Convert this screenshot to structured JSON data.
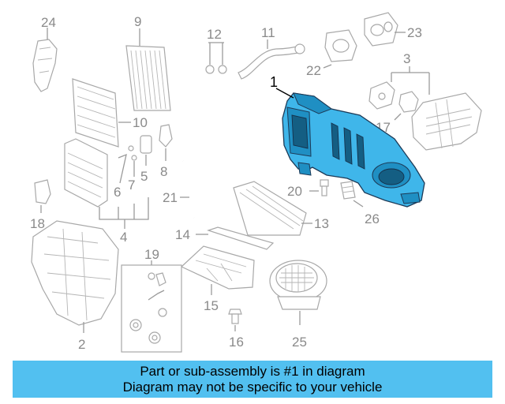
{
  "callouts": {
    "c1": "1",
    "c2": "2",
    "c3": "3",
    "c4": "4",
    "c5": "5",
    "c6": "6",
    "c7": "7",
    "c8": "8",
    "c9": "9",
    "c10": "10",
    "c11": "11",
    "c12": "12",
    "c13": "13",
    "c14": "14",
    "c15": "15",
    "c16": "16",
    "c17": "17",
    "c18": "18",
    "c19": "19",
    "c20": "20",
    "c21": "21",
    "c22": "22",
    "c23": "23",
    "c24": "24",
    "c25": "25",
    "c26": "26"
  },
  "highlight_color": "#3fb6ea",
  "banner": {
    "line1": "Part or sub-assembly is #1 in diagram",
    "line2": "Diagram may not be specific to your vehicle",
    "background": "#52c0f0"
  }
}
